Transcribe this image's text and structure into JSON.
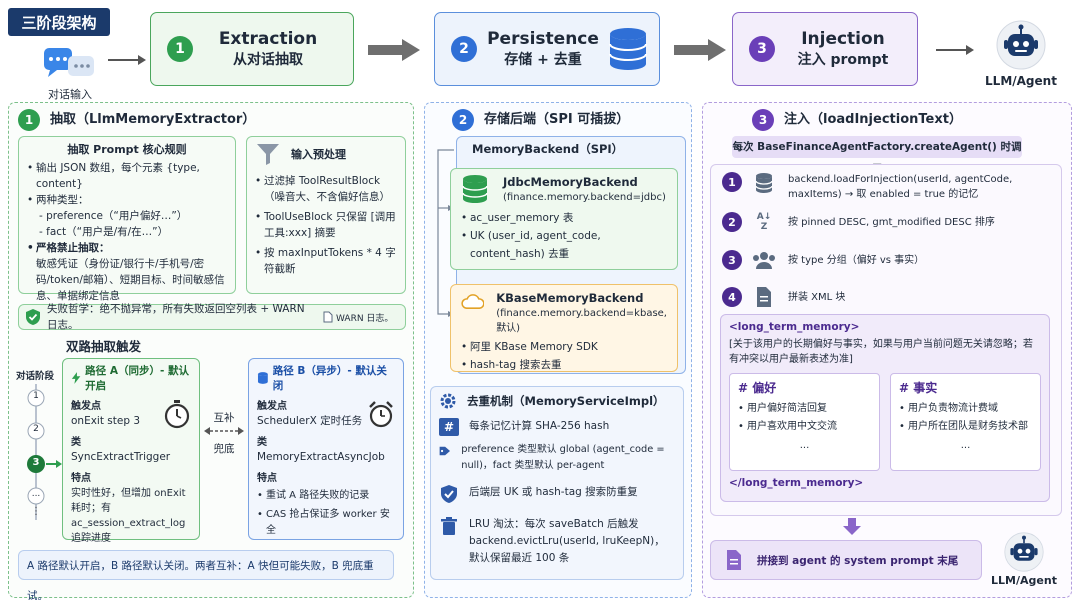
{
  "tag": "三阶段架构",
  "top": {
    "chat_label": "对话输入",
    "s1": {
      "num": "1",
      "title": "Extraction",
      "sub": "从对话抽取"
    },
    "s2": {
      "num": "2",
      "title": "Persistence",
      "sub": "存储 + 去重"
    },
    "s3": {
      "num": "3",
      "title": "Injection",
      "sub": "注入 prompt"
    },
    "llm_label": "LLM/Agent"
  },
  "p1": {
    "num": "1",
    "title": "抽取（LlmMemoryExtractor）",
    "rules": {
      "title": "抽取 Prompt 核心规则",
      "items": [
        "输出 JSON 数组，每个元素 {type, content}",
        "两种类型：",
        "- preference（“用户偏好…”）",
        "- fact（“用户是/有/在…”）",
        "严格禁止抽取：",
        "敏感凭证（身份证/银行卡/手机号/密码/token/邮箱）、短期目标、时间敏感信息、单据绑定信息"
      ]
    },
    "pre": {
      "title": "输入预处理",
      "items": [
        "过滤掉 ToolResultBlock（噪音大、不含偏好信息）",
        "ToolUseBlock 只保留 [调用工具:xxx] 摘要",
        "按 maxInputTokens * 4 字符截断"
      ]
    },
    "fail": {
      "text": "失败哲学：绝不抛异常，所有失败返回空列表 + WARN 日志。",
      "badge": "WARN 日志。"
    },
    "dual_title": "双路抽取触发",
    "phase_label": "对话阶段",
    "steps": [
      "1",
      "2",
      "3",
      "..."
    ],
    "path_a": {
      "title": "路径 A（同步）- 默认开启",
      "k1": "触发点",
      "v1": "onExit step 3",
      "k2": "类",
      "v2": "SyncExtractTrigger",
      "k3": "特点",
      "v3": "实时性好，但增加 onExit 耗时；有 ac_session_extract_log 追踪进度"
    },
    "mid": {
      "top": "互补",
      "bottom": "兜底"
    },
    "path_b": {
      "title": "路径 B（异步）- 默认关闭",
      "k1": "触发点",
      "v1": "SchedulerX 定时任务",
      "k2": "类",
      "v2": "MemoryExtractAsyncJob",
      "k3": "特点",
      "items": [
        "重试 A 路径失败的记录",
        "CAS 抢占保证多 worker 安全"
      ]
    },
    "note": "A 路径默认开启，B 路径默认关闭。两者互补：A 快但可能失败，B 兜底重试。"
  },
  "p2": {
    "num": "2",
    "title": "存储后端（SPI 可插拔）",
    "spi": "MemoryBackend（SPI）",
    "jdbc": {
      "title": "JdbcMemoryBackend",
      "cfg": "(finance.memory.backend=jdbc)",
      "items": [
        "ac_user_memory 表",
        "UK (user_id, agent_code, content_hash) 去重"
      ]
    },
    "kbase": {
      "title": "KBaseMemoryBackend",
      "cfg": "(finance.memory.backend=kbase, 默认)",
      "items": [
        "阿里 KBase Memory SDK",
        "hash-tag 搜索去重"
      ]
    },
    "dedup": {
      "title": "去重机制（MemoryServiceImpl）",
      "rows": [
        {
          "icon": "hash-icon",
          "text": "每条记忆计算 SHA-256 hash"
        },
        {
          "icon": "tag-icon",
          "text": "preference 类型默认 global (agent_code = null)，fact 类型默认 per-agent"
        },
        {
          "icon": "shield-check-icon",
          "text": "后端层 UK 或 hash-tag 搜索防重复"
        },
        {
          "icon": "trash-icon",
          "text": "LRU 淘汰：每次 saveBatch 后触发 backend.evictLru(userId, lruKeepN)，默认保留最近 100 条"
        }
      ]
    }
  },
  "p3": {
    "num": "3",
    "title": "注入（loadInjectionText）",
    "call": "每次 BaseFinanceAgentFactory.createAgent() 时调用",
    "steps": [
      {
        "num": "1",
        "icon": "database-icon",
        "text": "backend.loadForInjection(userId, agentCode, maxItems) → 取 enabled = true 的记忆"
      },
      {
        "num": "2",
        "icon": "sort-az-icon",
        "text": "按 pinned DESC, gmt_modified DESC 排序"
      },
      {
        "num": "3",
        "icon": "users-icon",
        "text": "按 type 分组（偏好 vs 事实）"
      },
      {
        "num": "4",
        "icon": "document-icon",
        "text": "拼装 XML 块"
      }
    ],
    "xml_open": "<long_term_memory>",
    "xml_desc": "[关于该用户的长期偏好与事实，如果与用户当前问题无关请忽略；若有冲突以用户最新表述为准]",
    "pref": {
      "title": "# 偏好",
      "items": [
        "用户偏好简洁回复",
        "用户喜欢用中文交流"
      ],
      "more": "..."
    },
    "fact": {
      "title": "# 事实",
      "items": [
        "用户负责物流计费域",
        "用户所在团队是财务技术部"
      ],
      "more": "..."
    },
    "xml_close": "</long_term_memory>",
    "final": "拼接到 agent 的 system prompt 末尾",
    "llm_label": "LLM/Agent"
  },
  "colors": {
    "green": "#2e9e4f",
    "blue": "#2f6fd6",
    "purple": "#6a3fb8",
    "navy": "#1b3a6b"
  }
}
